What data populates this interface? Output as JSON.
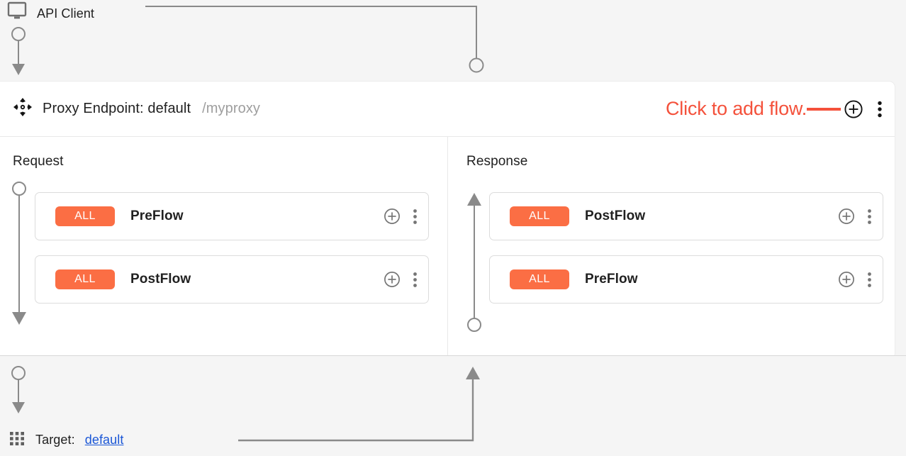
{
  "client": {
    "label": "API Client",
    "icon": "monitor-icon"
  },
  "proxy_endpoint": {
    "title": "Proxy Endpoint: default",
    "path": "/myproxy",
    "drag_icon": "move-arrows-icon",
    "hint_text": "Click to add flow.",
    "add_icon": "plus-circle-icon",
    "menu_icon": "more-vertical-icon"
  },
  "colors": {
    "hint_red": "#f4513b",
    "badge_orange": "#fb6e44",
    "link_blue": "#1a56d6",
    "rail_grey": "#8a8a8a",
    "panel_white": "#ffffff",
    "canvas_grey": "#f5f5f5"
  },
  "columns": [
    {
      "title": "Request",
      "direction": "down",
      "flows": [
        {
          "badge": "ALL",
          "name": "PreFlow",
          "add_icon": "plus-circle-icon",
          "menu_icon": "more-vertical-icon"
        },
        {
          "badge": "ALL",
          "name": "PostFlow",
          "add_icon": "plus-circle-icon",
          "menu_icon": "more-vertical-icon"
        }
      ]
    },
    {
      "title": "Response",
      "direction": "up",
      "flows": [
        {
          "badge": "ALL",
          "name": "PostFlow",
          "add_icon": "plus-circle-icon",
          "menu_icon": "more-vertical-icon"
        },
        {
          "badge": "ALL",
          "name": "PreFlow",
          "add_icon": "plus-circle-icon",
          "menu_icon": "more-vertical-icon"
        }
      ]
    }
  ],
  "target": {
    "label": "Target:",
    "name": "default",
    "icon": "grid-dots-icon"
  }
}
